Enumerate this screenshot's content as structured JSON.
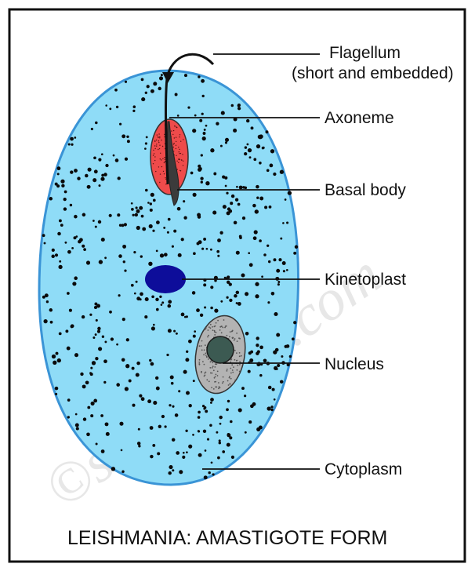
{
  "diagram": {
    "labels": {
      "flagellum": "Flagellum",
      "flagellum_note": "(short and embedded)",
      "axoneme": "Axoneme",
      "basal_body": "Basal body",
      "kinetoplast": "Kinetoplast",
      "nucleus": "Nucleus",
      "cytoplasm": "Cytoplasm"
    },
    "caption": "LEISHMANIA: AMASTIGOTE FORM",
    "watermark": "©studyadda.com",
    "colors": {
      "cell_fill": "#8fdcf7",
      "cell_outline": "#3a94d6",
      "axoneme_fill": "#ef4b4b",
      "kinetoplast_fill": "#0d0d9a",
      "nucleus_outer": "#b3b3b3",
      "nucleus_inner": "#3c5a52",
      "frame": "#111111"
    }
  }
}
